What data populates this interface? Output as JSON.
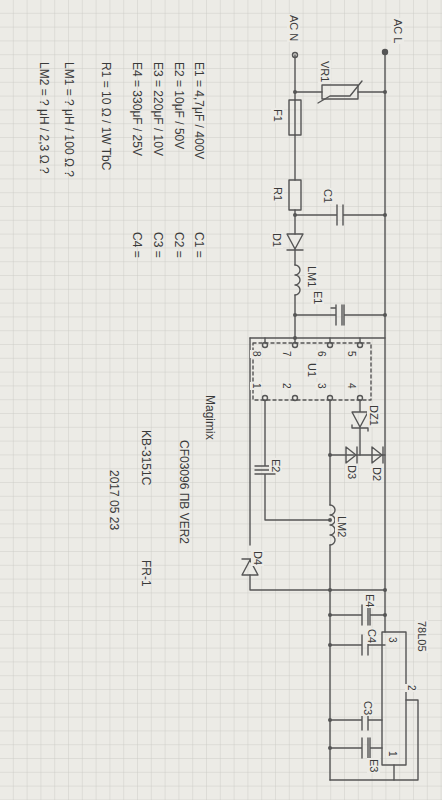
{
  "diagram": {
    "labels": [
      "E1 = 4,7μF / 400V",
      "E2 = 10μF / 50V",
      "E3 = 220μF / 10V",
      "E4 = 330μF / 25V",
      "R1 = 10 Ω / 1W TbC",
      "LM1 = ? μH / 100 Ω ?",
      "LM2 = ? μH / 2,3 Ω ?",
      "C1 =",
      "C2 =",
      "C3 =",
      "C4 =",
      "Magimix",
      "CF03096 ПВ VER2",
      "KB-3151C",
      "FR-1",
      "2017 05 23",
      "AC L",
      "AC N",
      "F1",
      "VR1",
      "R1",
      "C1",
      "D1",
      "LM1",
      "E1",
      "8",
      "7",
      "6",
      "5",
      "1",
      "2",
      "3",
      "4",
      "U1",
      "DZ1",
      "D3",
      "D2",
      "E2",
      "LM2",
      "D4",
      "E4",
      "C4",
      "78L05",
      "3",
      "2",
      "1",
      "C3",
      "E3"
    ]
  }
}
